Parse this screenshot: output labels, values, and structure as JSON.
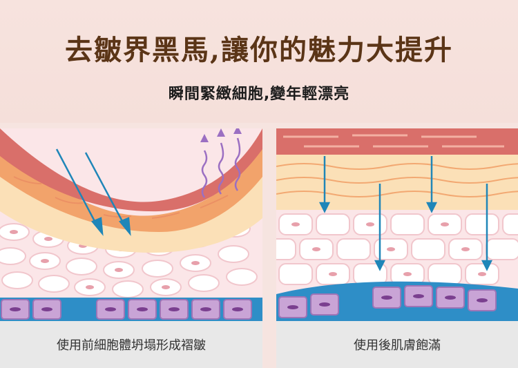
{
  "header": {
    "title": "去皺界黑馬,讓你的魅力大提升",
    "subtitle": "瞬間緊緻細胞,變年輕漂亮"
  },
  "panels": {
    "before": {
      "caption": "使用前細胞體坍塌形成褶皺"
    },
    "after": {
      "caption": "使用後肌膚飽滿"
    }
  },
  "colors": {
    "title": "#5b3517",
    "header_bg": "#f7e3de",
    "skin_outer": "#d96f6a",
    "skin_mid": "#f2a36b",
    "skin_inner": "#fbe0b7",
    "cells": "#fbe4e6",
    "basal_blue": "#2e8ec7",
    "basal_purple": "#b98ac9",
    "arrow_blue": "#1f86b8",
    "arrow_purple": "#9b6fc2"
  }
}
